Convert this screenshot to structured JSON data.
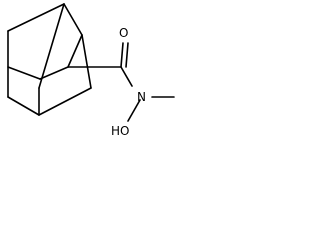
{
  "molecule": {
    "atoms": {
      "oxygen_carbonyl": "O",
      "nitrogen": "N",
      "hydroxyl": "HO"
    }
  },
  "colors": {
    "stroke": "#000000",
    "background": "#ffffff"
  }
}
